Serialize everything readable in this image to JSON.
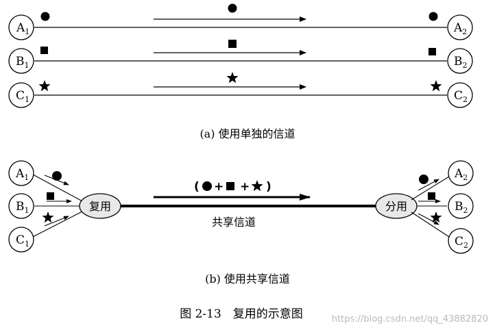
{
  "diagram_a": {
    "caption": "(a) 使用单独的信道",
    "channels": [
      {
        "src": "A",
        "src_sub": "1",
        "dst": "A",
        "dst_sub": "2",
        "symbol": "circle"
      },
      {
        "src": "B",
        "src_sub": "1",
        "dst": "B",
        "dst_sub": "2",
        "symbol": "square"
      },
      {
        "src": "C",
        "src_sub": "1",
        "dst": "C",
        "dst_sub": "2",
        "symbol": "star"
      }
    ]
  },
  "diagram_b": {
    "caption": "(b) 使用共享信道",
    "mux_label": "复用",
    "demux_label": "分用",
    "shared_label": "共享信道",
    "formula_open": "(",
    "formula_plus": "+",
    "formula_close": ")",
    "sources": [
      {
        "name": "A",
        "sub": "1"
      },
      {
        "name": "B",
        "sub": "1"
      },
      {
        "name": "C",
        "sub": "1"
      }
    ],
    "destinations": [
      {
        "name": "A",
        "sub": "2"
      },
      {
        "name": "B",
        "sub": "2"
      },
      {
        "name": "C",
        "sub": "2"
      }
    ]
  },
  "figure_caption": "图 2-13　复用的示意图",
  "watermark": "https://blog.csdn.net/qq_43882820"
}
